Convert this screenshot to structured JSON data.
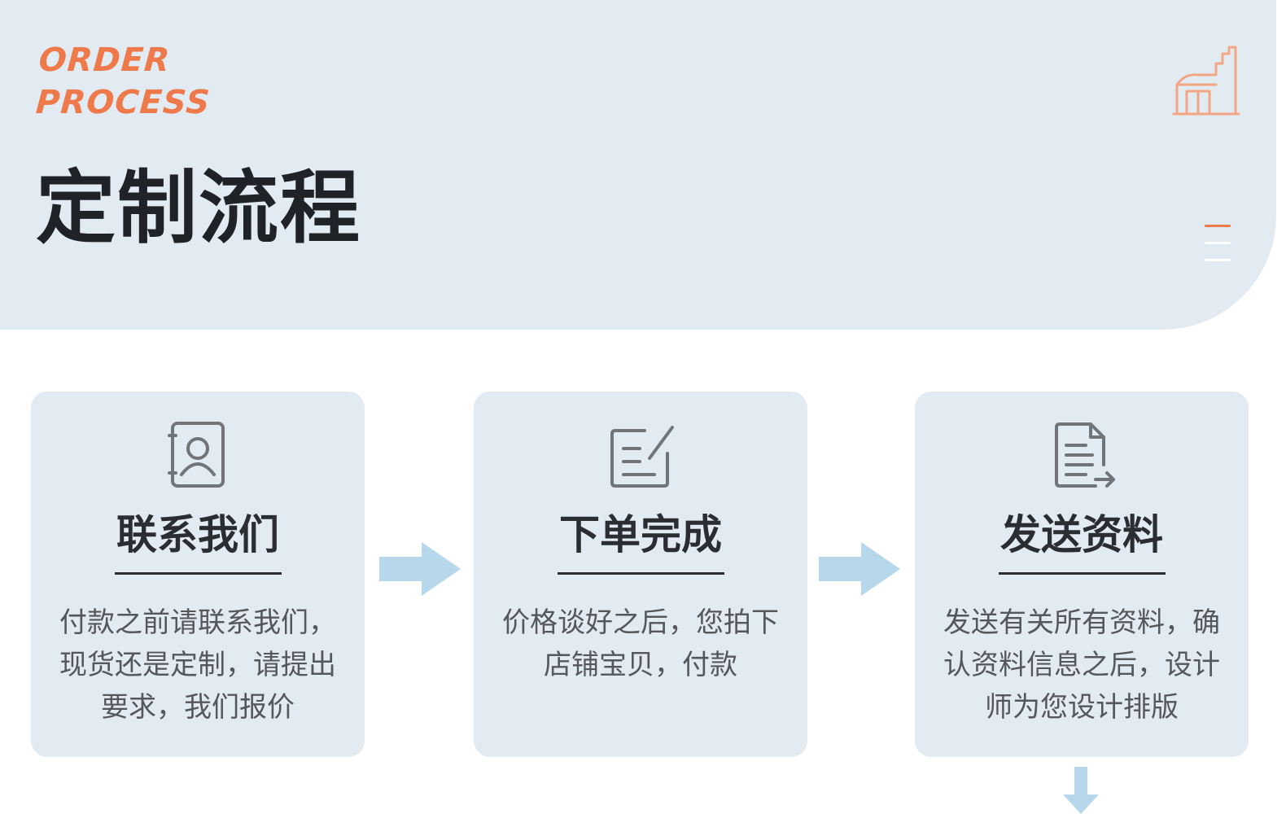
{
  "header": {
    "en_title_line1": "ORDER",
    "en_title_line2": "PROCESS",
    "title": "定制流程",
    "accent_color": "#ee7a4b",
    "background_color": "#e3ebf2"
  },
  "icons": {
    "factory": "factory-icon",
    "menu": "menu-icon"
  },
  "steps": [
    {
      "icon": "user-contact-icon",
      "title": "联系我们",
      "description": "付款之前请联系我们，现货还是定制，请提出要求，我们报价"
    },
    {
      "icon": "edit-note-icon",
      "title": "下单完成",
      "description": "价格谈好之后，您拍下店铺宝贝，付款"
    },
    {
      "icon": "document-send-icon",
      "title": "发送资料",
      "description": "发送有关所有资料，确认资料信息之后，设计师为您设计排版"
    }
  ],
  "arrow_color": "#b7d7ea"
}
